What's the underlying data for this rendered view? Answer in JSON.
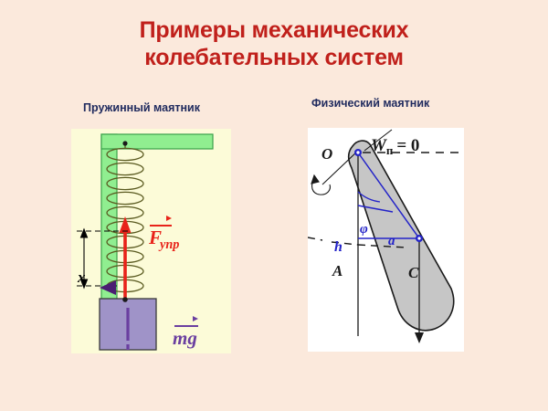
{
  "slide": {
    "background_color": "#fbe9dc",
    "title": {
      "line1": "Примеры механических",
      "line2": "колебательных систем",
      "color": "#c0201b"
    },
    "captions": {
      "left": "Пружинный маятник",
      "right": "Физический маятник",
      "color": "#1f2a5e"
    }
  },
  "spring_pendulum": {
    "panel_background": "#fcfbd8",
    "bracket_color": "#90ee90",
    "bracket_outline": "#3aa14a",
    "spring_color": "#5a5a20",
    "block_color": "#9f93c8",
    "block_outline": "#3a3a3a",
    "force_arrow_color": "#e8231a",
    "weight_arrow_color": "#6a3fa0",
    "dimension_color": "#000000",
    "labels": {
      "elastic_force": "F",
      "elastic_force_sub": "упр",
      "weight": "mg",
      "displacement": "x"
    }
  },
  "physical_pendulum": {
    "panel_background": "#ffffff",
    "body_fill": "#c6c6c6",
    "body_outline": "#1a1a1a",
    "line_color": "#2323c8",
    "labels": {
      "pivot": "O",
      "zero_level": "W",
      "zero_level_sub": "п",
      "zero_level_eq": "= 0",
      "angle": "φ",
      "height": "h",
      "distance": "a",
      "point_a": "A",
      "center_of_mass": "C"
    }
  }
}
